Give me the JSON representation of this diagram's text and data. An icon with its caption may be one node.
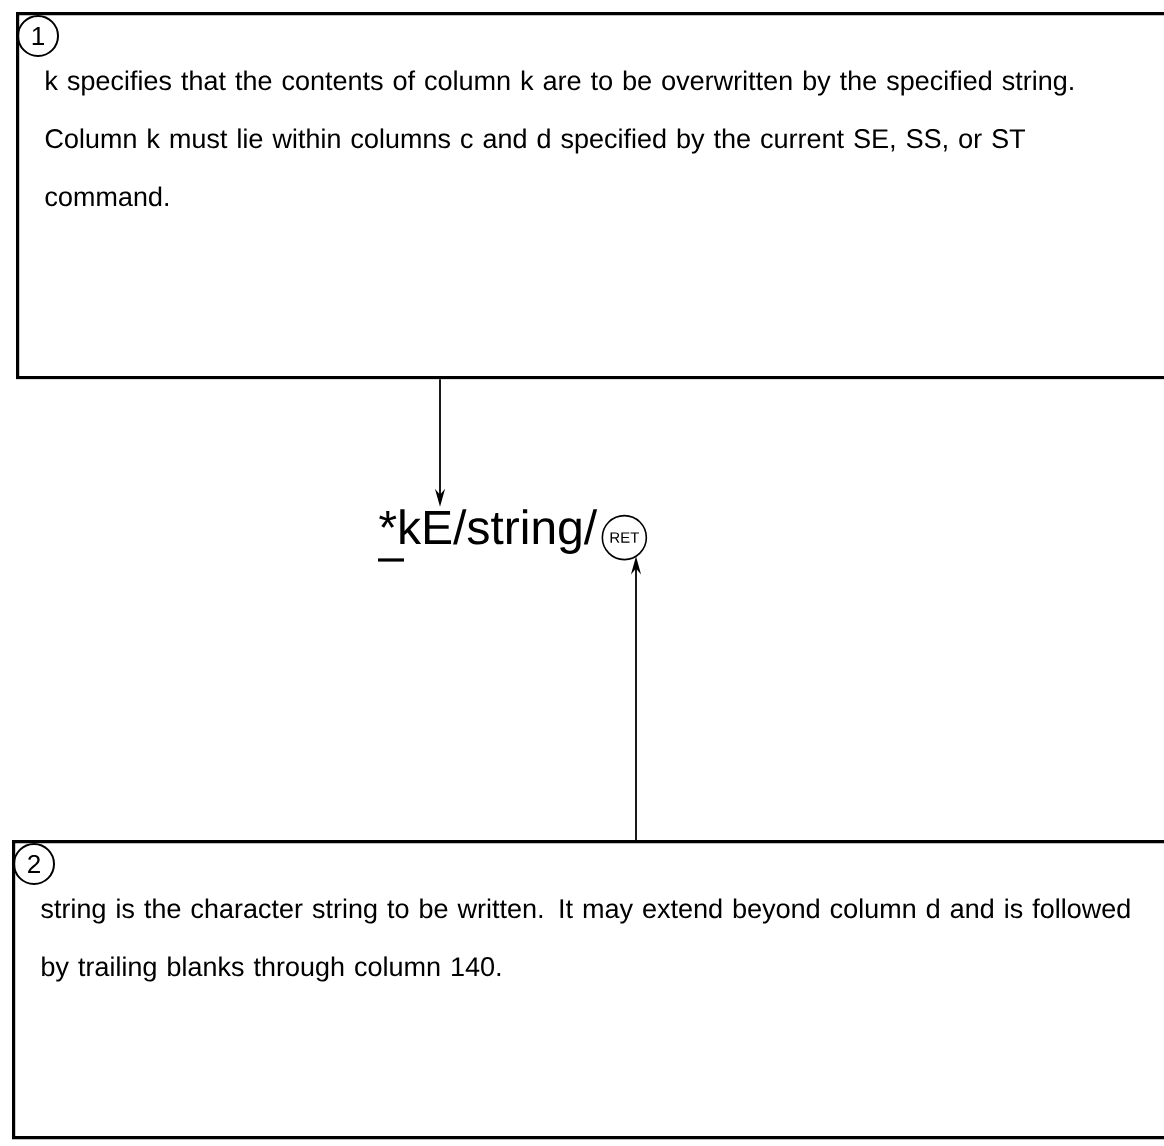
{
  "diagram": {
    "nodes": [
      {
        "text": [
          "1",
          "k specifies that the contents of column k are to be overwritten by the specified string. Column k must lie within columns c and d specified by the current SE, SS, or ST command."
        ]
      },
      {
        "text": [
          "*kE/string/",
          "RET"
        ]
      },
      {
        "text": [
          "2",
          "string is the character string to be written. It may extend beyond column d and is followed by trailing blanks through column 140."
        ]
      }
    ],
    "edges": [
      {
        "from": 0,
        "to": 1,
        "arrow": "to"
      },
      {
        "from": 2,
        "to": 1,
        "arrow": "to"
      }
    ]
  }
}
